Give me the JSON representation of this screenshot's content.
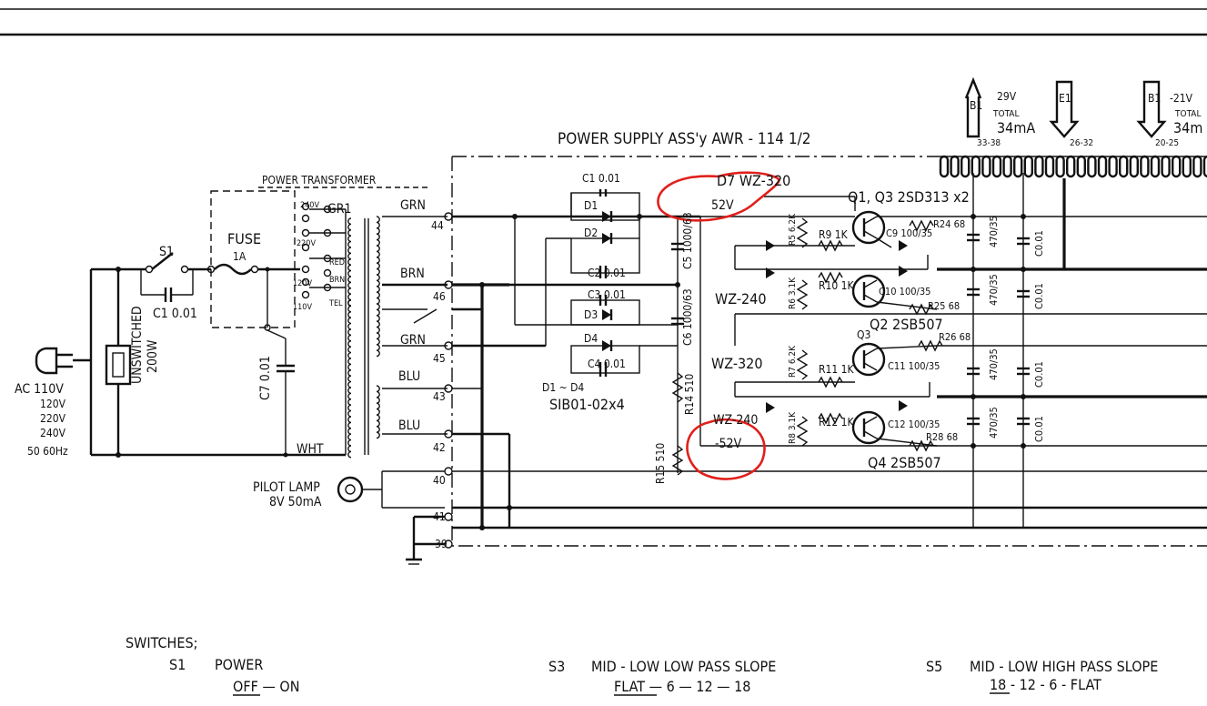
{
  "power_supply": {
    "title": "POWER SUPPLY ASS'y AWR - 114 1/2",
    "transformer_label": "POWER TRANSFORMER",
    "fuse_label": "FUSE",
    "fuse_rating": "1A",
    "switch_s1": "S1",
    "cap_c101": "C1 0.01",
    "cap_c7": "C7 0.01",
    "ac_input": [
      "AC 110V",
      "120V",
      "220V",
      "240V",
      "50 60Hz"
    ],
    "outlet_label": [
      "UNSWITCHED",
      "200W"
    ],
    "taps": [
      "240V",
      "220V",
      "120V",
      "110V"
    ],
    "tap_wires": [
      "GR1",
      "RED",
      "BRN",
      "TEL"
    ],
    "wires": [
      "GRN",
      "BRN",
      "GRN",
      "BLU",
      "BLU",
      "WHT"
    ],
    "pins": [
      "44",
      "46",
      "45",
      "43",
      "42",
      "40",
      "41",
      "39"
    ],
    "pilot_lamp": [
      "PILOT LAMP",
      "8V 50mA"
    ],
    "diodes": [
      "D1",
      "D2",
      "D3",
      "D4"
    ],
    "caps": [
      "C1 0.01",
      "C2 0.01",
      "C3 0.01",
      "C4 0.01"
    ],
    "diode_part": [
      "D1 ~ D4",
      "SIB01-02x4"
    ],
    "c5_label": "C5 1000/63",
    "c6_label": "C6 1000/63",
    "r14": "R14 510",
    "r15": "R15 510",
    "zener_top": "D7 WZ-320",
    "zener_top_voltage": "52V",
    "zener_bottom": "WZ-240",
    "zener_bottom_voltage": "-52V",
    "wz240": "WZ-240",
    "wz320": "WZ-320",
    "q1_q3": "Q1, Q3 2SD313 x2",
    "q2": "Q2 2SB507",
    "q3": "Q3",
    "q4": "Q4 2SB507",
    "resistors": [
      "R9 1K",
      "R10 1K",
      "R11 1K",
      "R12 1K",
      "R5 6.2K",
      "R6 3.1K",
      "R7 6.2K",
      "R8 3.1K"
    ],
    "c_100_35": [
      "C9 100/35",
      "C10 100/35",
      "C11 100/35",
      "C12 100/35"
    ],
    "r_68": [
      "R24 68",
      "R25 68",
      "R26 68",
      "R28 68"
    ],
    "c_470_35": [
      "470/35",
      "470/35",
      "470/35",
      "470/35"
    ],
    "c_001": [
      "C0.01",
      "C0.01",
      "C0.01",
      "C0.01"
    ],
    "out_b1": "B1",
    "out_b1_desc": [
      "29V",
      "TOTAL",
      "34mA"
    ],
    "out_b1_pins": "33-38",
    "out_e1": "E1",
    "out_e1_pins": "26-32",
    "out_b2": "B1",
    "out_b2_desc": [
      "-21V",
      "TOTAL",
      "34m"
    ],
    "out_b2_pins": "20-25"
  },
  "switches": {
    "heading": "SWITCHES;",
    "s1_name": "S1",
    "s1_title": "POWER",
    "s1_values": "OFF — ON",
    "s3_name": "S3",
    "s3_title": "MID - LOW LOW PASS SLOPE",
    "s3_values": "FLAT — 6 — 12 — 18",
    "s5_name": "S5",
    "s5_title": "MID - LOW HIGH PASS SLOPE",
    "s5_values": "18 - 12 - 6 - FLAT"
  }
}
